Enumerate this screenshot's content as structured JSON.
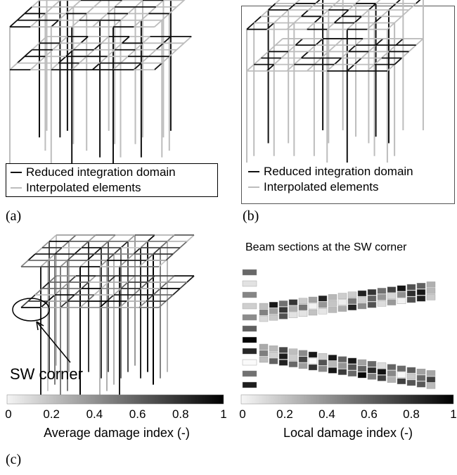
{
  "panels": {
    "a": {
      "label": "(a)",
      "legend": {
        "items": [
          {
            "label": "Reduced integration domain",
            "color": "#111111"
          },
          {
            "label": "Interpolated elements",
            "color": "#bdbdbd"
          }
        ]
      }
    },
    "b": {
      "label": "(b)",
      "legend": {
        "items": [
          {
            "label": "Reduced integration domain",
            "color": "#111111"
          },
          {
            "label": "Interpolated elements",
            "color": "#bdbdbd"
          }
        ]
      }
    },
    "c": {
      "label": "(c)",
      "annotation": "SW corner",
      "left_colorbar": {
        "ticks": [
          "0",
          "0.2",
          "0.4",
          "0.6",
          "0.8",
          "1"
        ],
        "label": "Average damage index (-)"
      },
      "right_title": "Beam sections at the SW corner",
      "right_colorbar": {
        "ticks": [
          "0",
          "0.2",
          "0.4",
          "0.6",
          "0.8",
          "1"
        ],
        "label": "Local damage index (-)"
      }
    }
  },
  "colors": {
    "rid": "#111111",
    "interp": "#bdbdbd"
  }
}
